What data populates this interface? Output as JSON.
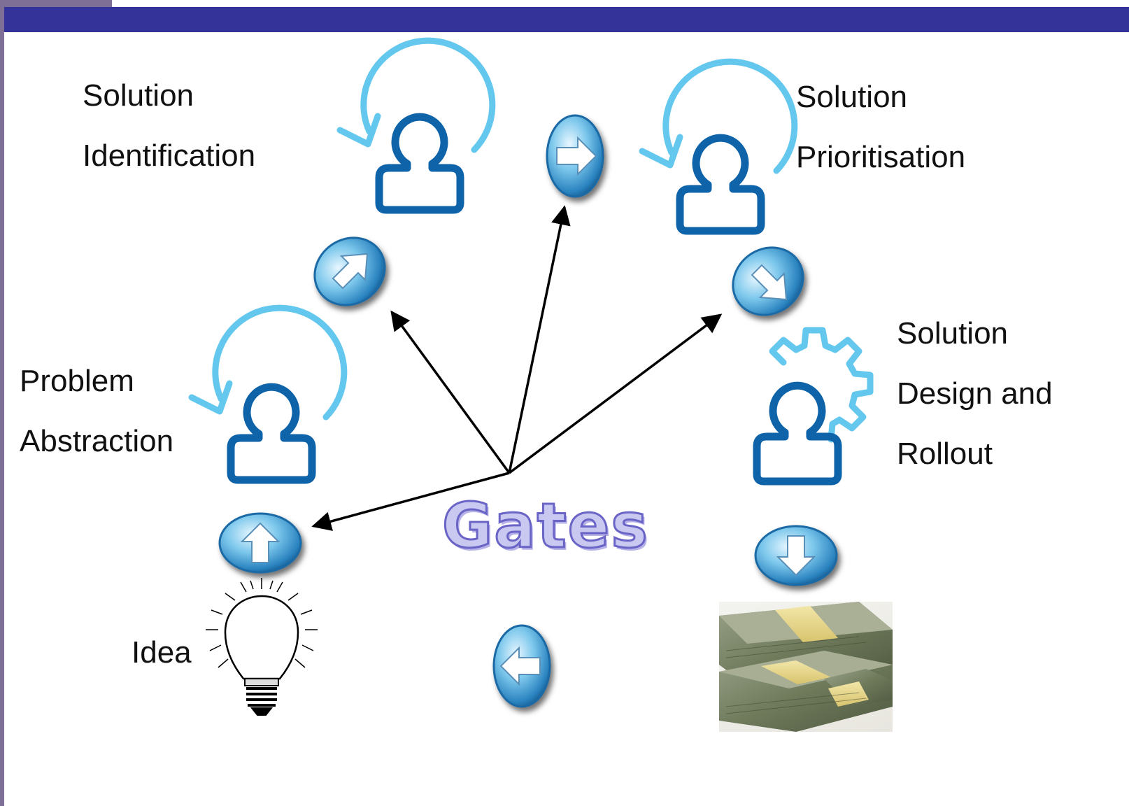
{
  "title": "Gates",
  "stages": {
    "problem_abstraction": [
      "Problem",
      "Abstraction"
    ],
    "solution_identification": [
      "Solution",
      "Identification"
    ],
    "solution_prioritisation": [
      "Solution",
      "Prioritisation"
    ],
    "solution_design_rollout": [
      "Solution",
      "Design and",
      "Rollout"
    ],
    "idea": "Idea"
  },
  "icons": {
    "person": "person-icon",
    "cycle": "cycle-arrow-icon",
    "gear": "gear-icon",
    "gate_button": "gate-arrow-button-icon",
    "bulb": "light-bulb-icon",
    "money": "money-stack-icon"
  },
  "colors": {
    "header_bar": "#333399",
    "side_strip": "#7d6f96",
    "person_icon": "#0f63a8",
    "cycle_arrow": "#63c7ee",
    "gate_button": "#3d9fd1",
    "gates_text_fill": "#c9c8f1",
    "gates_text_outline": "#6a64c6",
    "connector": "#000000"
  }
}
